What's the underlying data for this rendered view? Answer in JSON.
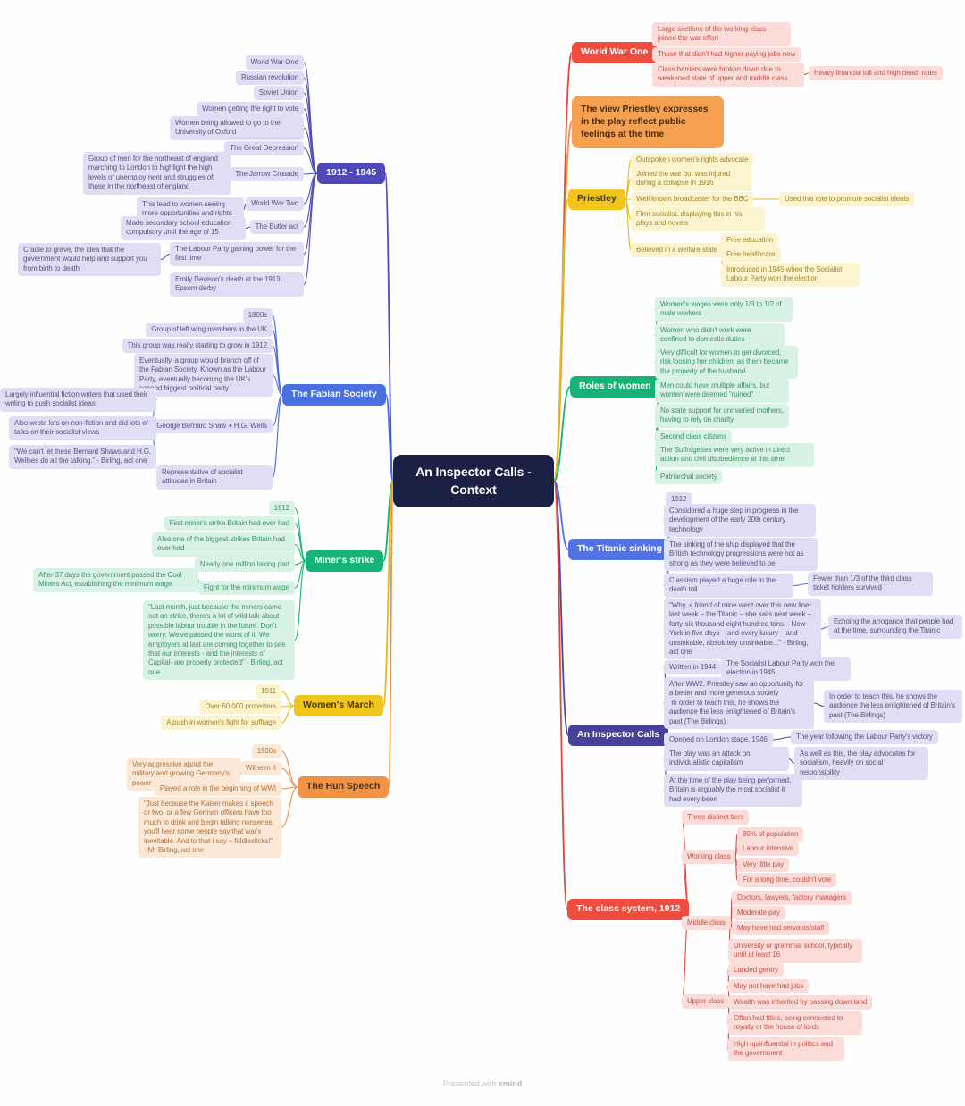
{
  "central": "An Inspector Calls - Context",
  "footer": {
    "text": "Presented with",
    "brand": "xmind"
  },
  "colors": {
    "canvas": "#fefefe",
    "central_bg": "#1b2145"
  },
  "b": {
    "era": {
      "label": "1912 - 1945",
      "color": "#534dbb",
      "items": [
        {
          "t": "World War One"
        },
        {
          "t": "Russian revolution"
        },
        {
          "t": "Soviet Union"
        },
        {
          "t": "Women getting the right to vote"
        },
        {
          "t": "Women being allowed to go to the University of Oxford"
        },
        {
          "t": "The Great Depression"
        },
        {
          "t": "The Jarrow Crusade",
          "note": "Group of men for the northeast of england marching to London to highlight the high levels of unemployment and struggles of those in the northeast of england"
        },
        {
          "t": "World War Two",
          "note": "This lead to women seeing more opportunities and rights"
        },
        {
          "t": "The Butler act",
          "note": "Made secondary school education compulsory until the age of 15"
        },
        {
          "t": "The Labour Party gaining power for the first time",
          "note": "Cradle to grave, the idea that the government would help and support you from birth to death"
        },
        {
          "t": "Emily Davison's death at the 1913 Epsom derby"
        }
      ]
    },
    "fabian": {
      "label": "The Fabian Society",
      "color": "#4a6fe0",
      "items": [
        {
          "t": "1800s"
        },
        {
          "t": "Group of left wing members in the UK"
        },
        {
          "t": "This group was really starting to grow in 1912"
        },
        {
          "t": "Eventually, a group would branch off of the Fabian Society. Known as the Labour Party, eventually becoming the UK's second biggest political party"
        },
        {
          "t": "George Bernard Shaw + H.G. Wells",
          "subs": [
            {
              "t": "Largely influential fiction writers that used their writing to push socialist ideas"
            },
            {
              "t": "Also wrote lots on non-fiction and did lots of talks on their socialist views"
            },
            {
              "t": "\"We can't let these Bernard Shaws and H.G. Wellses do all the talking.\" - Birling, act one"
            }
          ]
        },
        {
          "t": "Representative of socialist attitudes in Britain"
        }
      ]
    },
    "miners": {
      "label": "Miner's strike",
      "color": "#16b377",
      "items": [
        {
          "t": "1912"
        },
        {
          "t": "First miner's strike Britain had ever had"
        },
        {
          "t": "Also one of the biggest strikes Britain had ever had"
        },
        {
          "t": "Nearly one million taking part"
        },
        {
          "t": "Fight for the minimum wage",
          "note": "After 37 days the government passed the Coal Miners Act, establishing the minimum wage"
        },
        {
          "t": "\"Last month, just because the miners came out on strike, there's a lot of wild talk about possible labour trouble in the future. Don't worry. We've passed the worst of it. We employers at last are coming together to see that our interests - and the interests of Capital- are properly protected\" - Birling, act one"
        }
      ]
    },
    "march": {
      "label": "Women's March",
      "color": "#e3bb1d",
      "items": [
        {
          "t": "1911"
        },
        {
          "t": "Over 60,000 protesters"
        },
        {
          "t": "A push in women's fight for suffrage"
        }
      ]
    },
    "hun": {
      "label": "The Hun Speech",
      "color": "#ee9040",
      "items": [
        {
          "t": "1900s"
        },
        {
          "t": "Wilhelm II",
          "note": "Very aggressive about the military and growing Germany's power"
        },
        {
          "t": "Played a role in the beginning of WWI"
        },
        {
          "t": "\"Just because the Kaiser makes a speech or two, or a few German officers have too much to drink and begin talking nonsense, you'll hear some people say that war's inevitable. And to that I say – fiddlesticks!\" - Mr Birling, act one"
        }
      ]
    },
    "ww1": {
      "label": "World War One",
      "color": "#e2483d",
      "items": [
        {
          "t": "Large sections of the working class joined the war effort"
        },
        {
          "t": "Those that didn't had higher paying jobs now"
        },
        {
          "t": "Class barriers were broken down due to weakened state of upper and middle class",
          "note": "Heavy financial toll and high death rates"
        }
      ]
    },
    "note": {
      "label": "The view Priestley expresses in the play reflect public feelings at the time",
      "color": "#ee9040"
    },
    "priestley": {
      "label": "Priestley",
      "color": "#e3bb1d",
      "items": [
        {
          "t": "Outspoken women's rights advocate"
        },
        {
          "t": "Joined the war but was injured during a collapse in 1916"
        },
        {
          "t": "Well known broadcaster for the BBC",
          "note": "Used this role to promote socialist ideals"
        },
        {
          "t": "Firm socialist, displaying this in his plays and novels"
        },
        {
          "t": "Believed in a welfare state",
          "subs": [
            {
              "t": "Free education"
            },
            {
              "t": "Free healthcare"
            },
            {
              "t": "Introduced in 1945 when the Socialist Labour Party won the election"
            }
          ]
        }
      ]
    },
    "roles": {
      "label": "Roles of women",
      "color": "#16b377",
      "items": [
        {
          "t": "Women's wages were only 1/3 to 1/2 of male workers"
        },
        {
          "t": "Women who didn't work were confined to domestic duties"
        },
        {
          "t": "Very difficult for women to get divorced, risk loosing her children, as them became the property of the husband"
        },
        {
          "t": "Men could have multiple affairs, but women were deemed \"ruined\""
        },
        {
          "t": "No state support for unmarried mothers, having to rely on charity"
        },
        {
          "t": "Second class citizens"
        },
        {
          "t": "The Suffragettes were very active in direct action and civil disobedience at this time"
        },
        {
          "t": "Patriarchal society"
        }
      ]
    },
    "titanic": {
      "label": "The Titanic sinking",
      "color": "#5173e3",
      "items": [
        {
          "t": "1912"
        },
        {
          "t": "Considered a huge step in progress in the development of the early 20th century technology"
        },
        {
          "t": "The sinking of the ship displayed that the British technology progressions were not as strong as they were believed to be"
        },
        {
          "t": "Classism played a huge role in the death toll",
          "note": "Fewer than 1/3 of the third class ticket holders survived"
        },
        {
          "t": "\"Why, a friend of mine went over this new liner last week – the Titanic – she sails next week – forty-six thousand eight hundred tons – New York in five days – and every luxury – and unsinkable, absolutely unsinkable...\" - Birling, act one",
          "note": "Echoing the arrogance that people had at the time, surrounding the Titanic"
        }
      ]
    },
    "inspector": {
      "label": "An Inspector Calls",
      "color": "#4b46a8",
      "items": [
        {
          "t": "Written in 1944",
          "note": "The Socialist Labour Party won the election in 1945"
        },
        {
          "t": "After WW2, Priestley saw an opportunity for a better and more generous society\n In order to teach this, he shows the audience the less enlightened of Britain's past (The Birlings)",
          "note": "In order to teach this, he shows the audience the less enlightened of Britain's past (The Birlings)"
        },
        {
          "t": "Opened on London stage, 1946",
          "note": "The year following the Labour Party's victory"
        },
        {
          "t": "The play was an attack on individualistic capitalism",
          "note": "As well as this, the play advocates for socialism, heavily on social responsibility"
        },
        {
          "t": "At the time of the play being performed, Britain is arguably the most socialist it had every been"
        }
      ]
    },
    "classsys": {
      "label": "The class system, 1912",
      "color": "#e2483d",
      "items": [
        {
          "t": "Three distinct tiers"
        },
        {
          "t": "Working class",
          "subs": [
            {
              "t": "80% of population"
            },
            {
              "t": "Labour intensive"
            },
            {
              "t": "Very little pay"
            },
            {
              "t": "For a long time, couldn't vote"
            }
          ]
        },
        {
          "t": "Middle class",
          "subs": [
            {
              "t": "Doctors, lawyers, factory managers"
            },
            {
              "t": "Moderate pay"
            },
            {
              "t": "May have had servants/staff"
            },
            {
              "t": "University or grammar school, typically until at least 16"
            }
          ]
        },
        {
          "t": "Upper class",
          "subs": [
            {
              "t": "Landed gentry"
            },
            {
              "t": "May not have had jobs"
            },
            {
              "t": "Wealth was inherited by passing down land"
            },
            {
              "t": "Often had titles, being connected to royalty or the house of lords"
            },
            {
              "t": "High up/influential in politics and the government"
            }
          ]
        }
      ]
    }
  }
}
